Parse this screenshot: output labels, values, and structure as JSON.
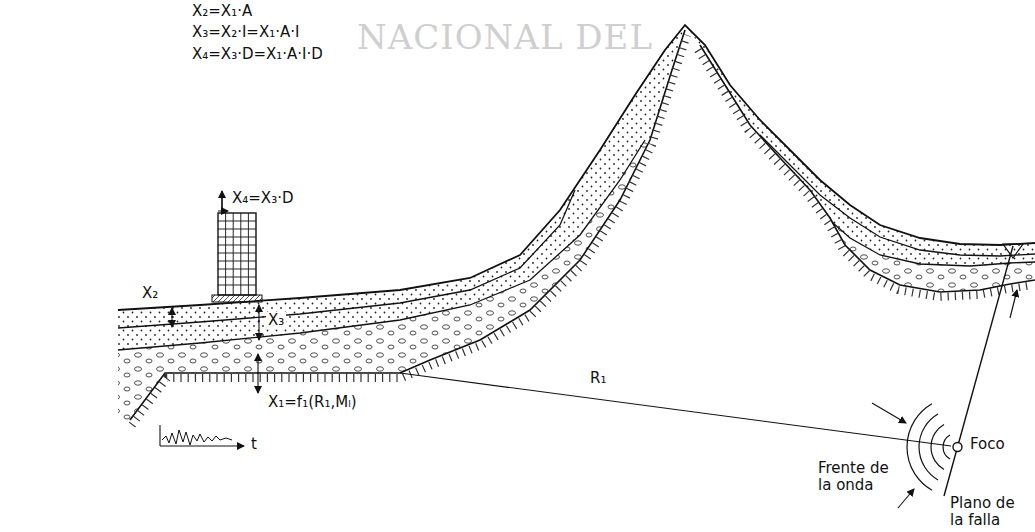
{
  "diagram": {
    "labels": [
      "X₂=X₁·A",
      "X₃=X₂·I=X₁·A·I",
      "X₄=X₃·D=X₁·A·I·D",
      "X₄=X₃·D",
      "X₂",
      "X₃",
      "X₁=f₁(R₁,Mₗ)",
      "t",
      "R₁",
      "Frente de la onda",
      "Foco",
      "Plano de la falla",
      "NACIONAL DEL"
    ]
  }
}
